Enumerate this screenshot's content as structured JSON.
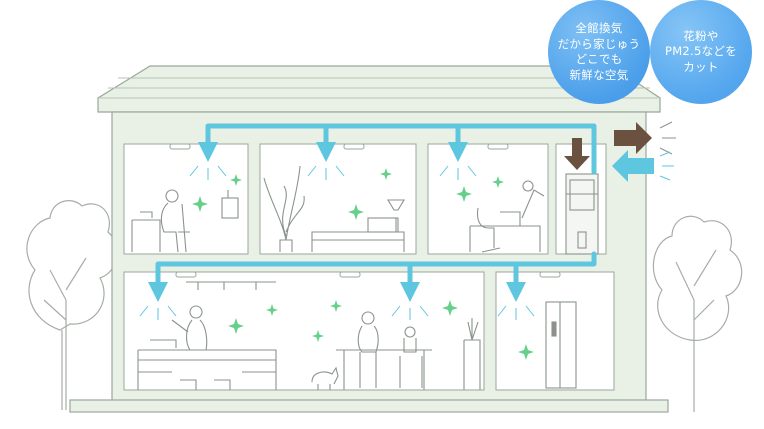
{
  "bubbles": [
    {
      "lines": [
        "全館換気",
        "だから家じゅう",
        "どこでも",
        "新鮮な空気"
      ]
    },
    {
      "lines": [
        "花粉や",
        "PM2.5などを",
        "カット"
      ]
    }
  ],
  "colors": {
    "house_fill": "#e9f1e6",
    "house_outline": "#9aa79b",
    "duct": "#5ec6df",
    "exhaust_arrow": "#6b5240",
    "sparkle": "#66d08a",
    "bubble": "#4b9fea"
  },
  "icons": [
    "fresh-air-outlet-icon",
    "exhaust-arrow-icon",
    "intake-arrow-icon",
    "sparkle-icon"
  ]
}
